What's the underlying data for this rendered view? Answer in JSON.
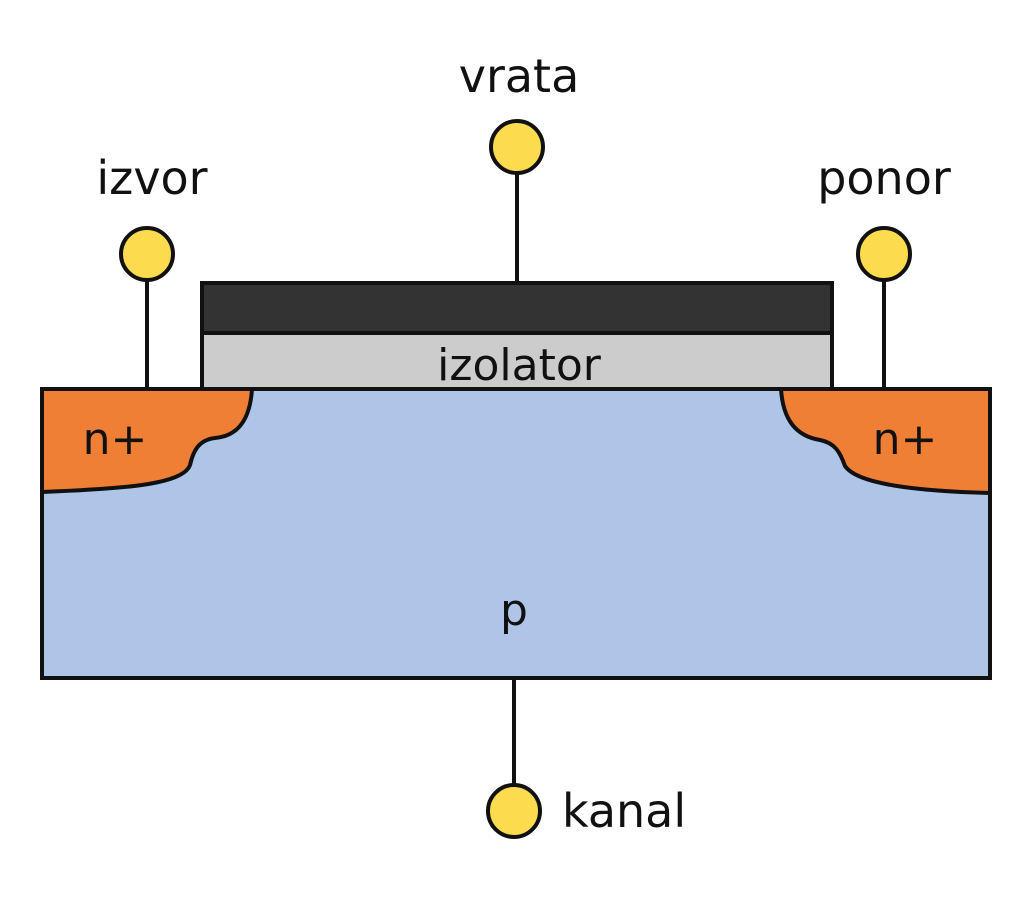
{
  "terminals": {
    "gate": "vrata",
    "source": "izvor",
    "drain": "ponor",
    "body": "kanal"
  },
  "layers": {
    "insulator": "izolator",
    "source_doping": "n+",
    "drain_doping": "n+",
    "substrate": "p"
  },
  "colors": {
    "substrate": "#aec5e7",
    "doped_region": "#ef7f35",
    "insulator": "#cccccc",
    "gate_metal": "#333333",
    "terminal": "#fcdb4f",
    "outline": "#111111"
  }
}
